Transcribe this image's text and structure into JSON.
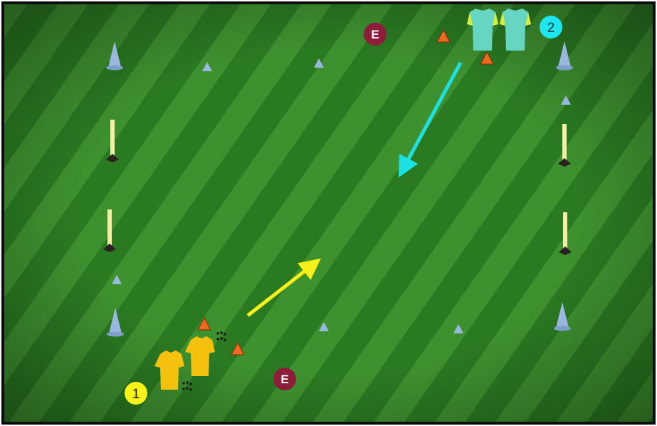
{
  "diagram": {
    "team_labels": {
      "yellow": "1",
      "cyan": "2"
    },
    "extra_player_label": "E",
    "colors": {
      "pitch_dark": "#1f6a1a",
      "pitch_light": "#3d8f2f",
      "frame": "#0d0d0d",
      "team_1_shirt": "#f4c10f",
      "team_1_badge": "#f6f21a",
      "team_2_shirt": "#66d6c2",
      "team_2_badge": "#1ee6ee",
      "extra_player": "#8c1d3b",
      "blue_marker": "#9ab8df",
      "orange_cone": "#ee6a1e",
      "pole": "#f6eea6",
      "yellow_arrow": "#f7f01b",
      "cyan_arrow": "#1fe0e0"
    },
    "icons": [
      "blue-tall-cone",
      "blue-flat-marker",
      "orange-cone",
      "agility-pole",
      "shirt",
      "dribble-dots",
      "direction-arrow"
    ]
  }
}
